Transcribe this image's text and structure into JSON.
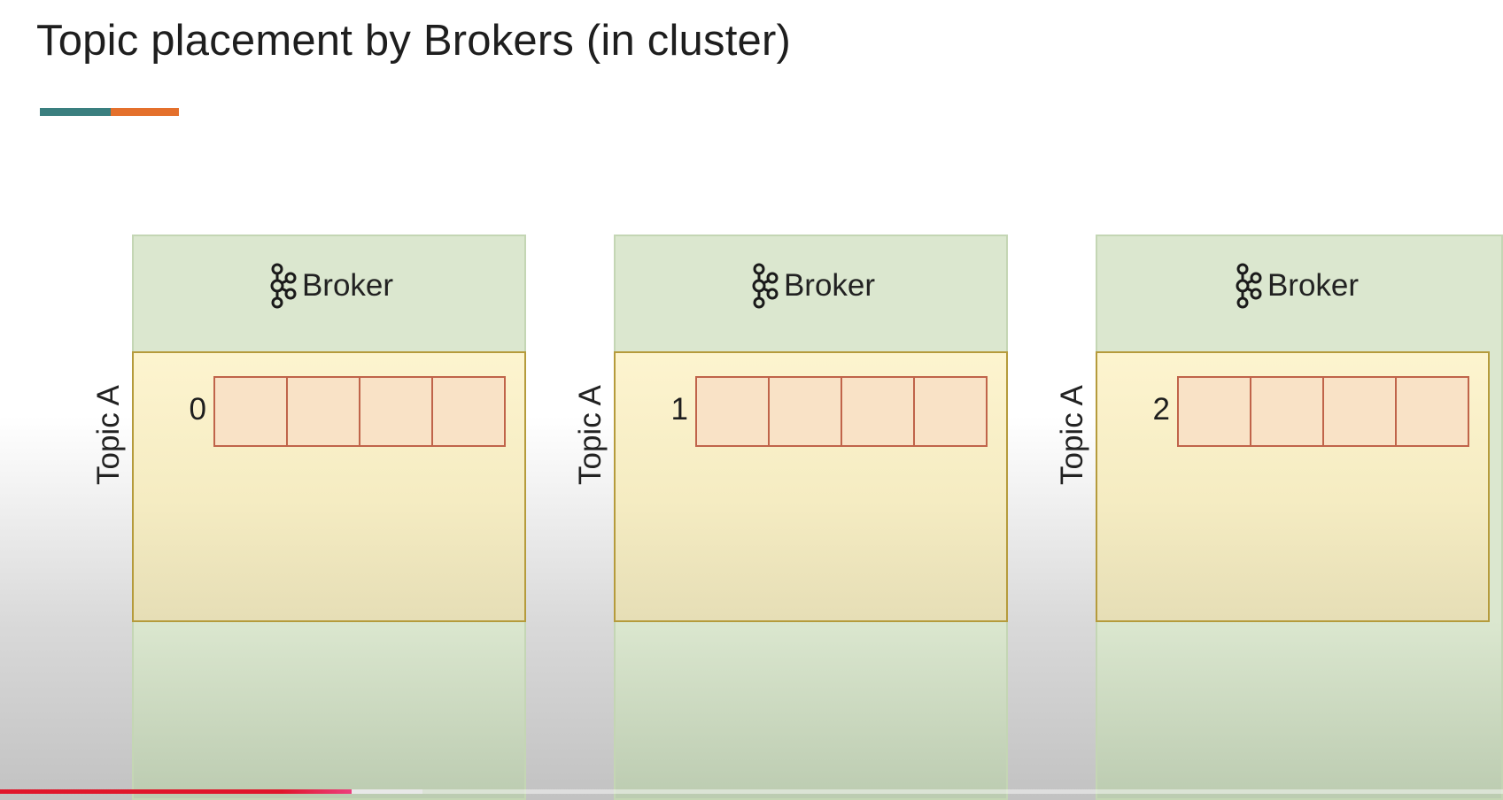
{
  "title": "Topic placement by Brokers (in cluster)",
  "accent_colors": [
    "#3a7f7f",
    "#e4702c"
  ],
  "brokers": [
    {
      "label": "Broker",
      "icon": "kafka-icon",
      "topic": "Topic A",
      "partition": "0"
    },
    {
      "label": "Broker",
      "icon": "kafka-icon",
      "topic": "Topic A",
      "partition": "1"
    },
    {
      "label": "Broker",
      "icon": "kafka-icon",
      "topic": "Topic A",
      "partition": "2"
    }
  ],
  "video": {
    "progress_played": 0.234,
    "progress_buffered": 0.281
  }
}
